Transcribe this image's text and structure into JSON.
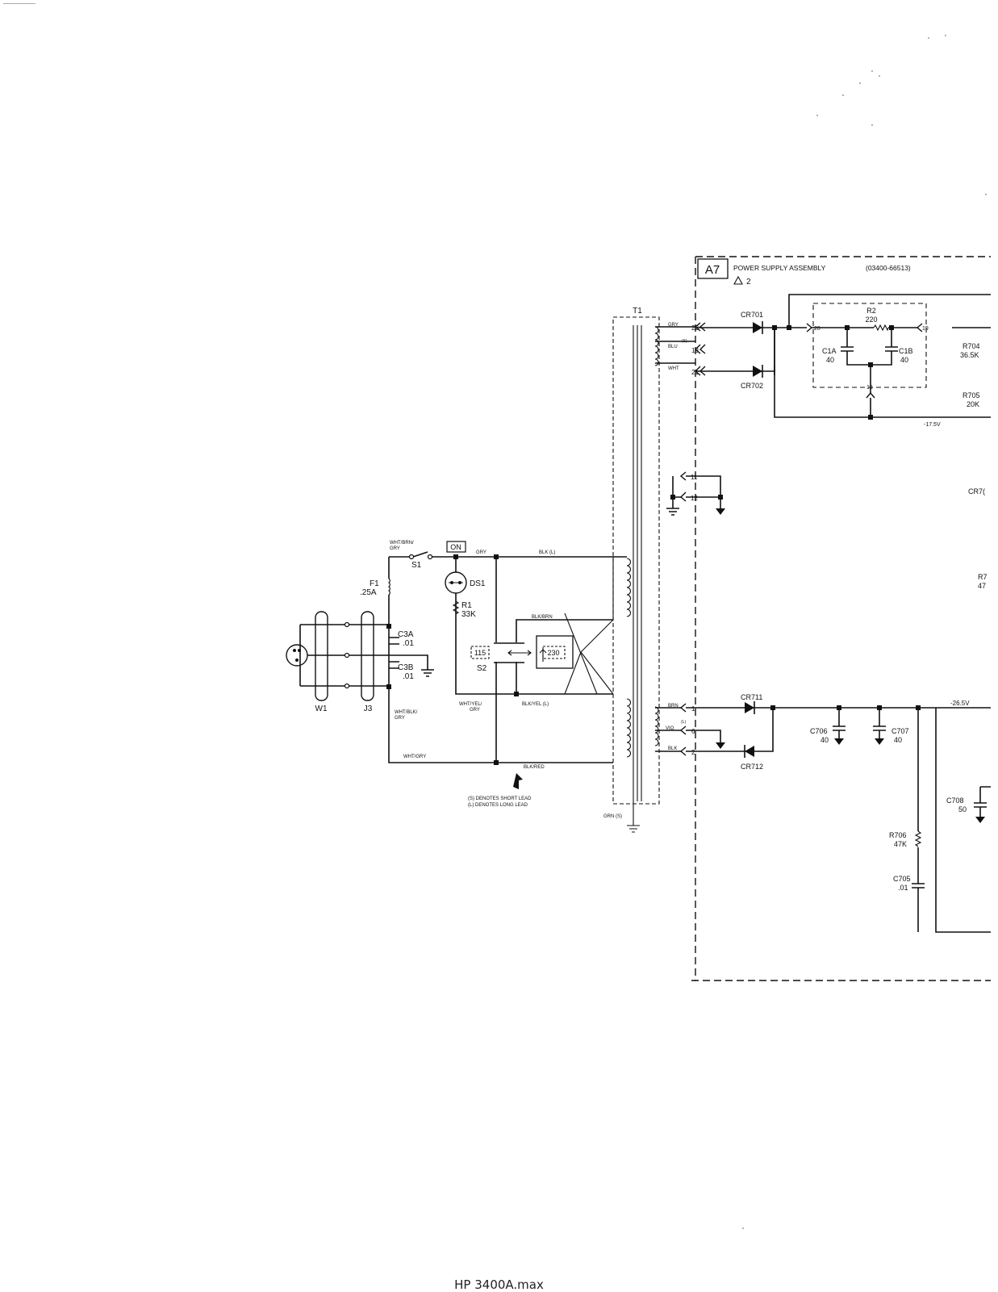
{
  "assembly": {
    "id": "A7",
    "title": "POWER SUPPLY ASSEMBLY",
    "part_number": "(03400-66513)",
    "revision": "2"
  },
  "transformer": {
    "ref": "T1"
  },
  "rectifier": {
    "cr701": "CR701",
    "cr702": "CR702",
    "cr711": "CR711",
    "cr712": "CR712",
    "r2_ref": "R2",
    "r2_val": "220",
    "c1a_ref": "C1A",
    "c1a_val": "40",
    "c1b_ref": "C1B",
    "c1b_val": "40",
    "r704_ref": "R704",
    "r704_val": "36.5K",
    "r705_ref": "R705",
    "r705_val": "20K",
    "cr70_partial": "CR7(",
    "r7_partial": "R7",
    "r7_val_partial": "47",
    "c706_ref": "C706",
    "c706_val": "40",
    "c707_ref": "C707",
    "c707_val": "40",
    "c708_ref": "C708",
    "c708_val": "50",
    "r706_ref": "R706",
    "r706_val": "47K",
    "c705_ref": "C705",
    "c705_val": ".01",
    "v_neg_17_5": "-17.5V",
    "v_neg_26_5": "-26.5V"
  },
  "connector_pins": {
    "p22": "22",
    "p18": "18",
    "p21": "21",
    "p11": "11",
    "p12": "12",
    "p1": "1",
    "p6": "6",
    "p2": "2",
    "p20": "20",
    "p19": "19",
    "p16": "16"
  },
  "wire_colors": {
    "gry": "GRY",
    "blu": "BLU",
    "wht": "WHT",
    "brn": "BRN",
    "vio": "VIO",
    "blk": "BLK",
    "s_mark": "(S)",
    "l_mark": "(L)",
    "wht_brn_gry_1": "WHT/BRN/",
    "wht_brn_gry_2": "GRY",
    "gry_top": "GRY",
    "blk_l": "BLK (L)",
    "blk_brn": "BLK/BRN",
    "wht_yel_gry_1": "WHT/YEL/",
    "wht_yel_gry_2": "GRY",
    "blk_yel_l": "BLK/YEL (L)",
    "wht_blk_gry_1": "WHT/BLK/",
    "wht_blk_gry_2": "GRY",
    "wht_gry": "WHT/GRY",
    "blk_red": "BLK/RED",
    "grn_s": "GRN (S)"
  },
  "primary": {
    "on_label": "ON",
    "s1": "S1",
    "ds1": "DS1",
    "f1_ref": "F1",
    "f1_val": ".25A",
    "r1_ref": "R1",
    "r1_val": "33K",
    "c3a_ref": "C3A",
    "c3a_val": ".01",
    "c3b_ref": "C3B",
    "c3b_val": ".01",
    "s2": "S2",
    "v115": "115",
    "v230": "230",
    "w1": "W1",
    "j3": "J3"
  },
  "notes": {
    "short_lead": "(S) DENOTES SHORT LEAD",
    "long_lead": "(L) DENOTES LONG LEAD"
  },
  "footer": {
    "filename": "HP 3400A.max"
  }
}
